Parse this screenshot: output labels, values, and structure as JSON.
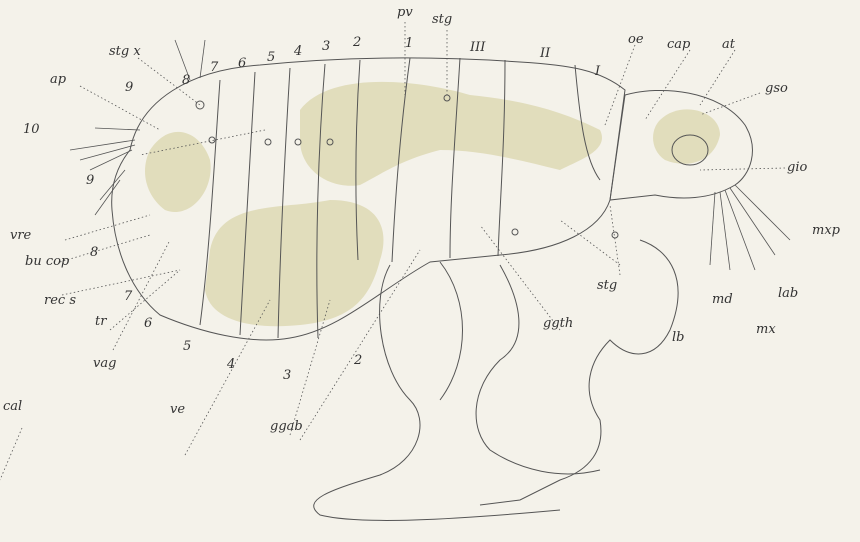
{
  "labels": {
    "pv": "pv",
    "stg_top": "stg",
    "oe": "oe",
    "cap": "cap",
    "at": "at",
    "stg_x": "stg x",
    "ap": "ap",
    "gso": "gso",
    "gio": "gio",
    "mxp": "mxp",
    "lab": "lab",
    "md": "md",
    "lb": "lb",
    "mx": "mx",
    "stg_mid": "stg",
    "ggth": "ggth",
    "ggab": "ggab",
    "ve": "ve",
    "vag": "vag",
    "tr": "tr",
    "rec_s": "rec s",
    "bu_cop": "bu cop",
    "vre": "vre",
    "cal": "cal",
    "seg_top_8": "8",
    "seg_top_7": "7",
    "seg_top_6": "6",
    "seg_top_5": "5",
    "seg_top_4": "4",
    "seg_top_3": "3",
    "seg_top_2": "2",
    "seg_top_1": "1",
    "thor_III": "III",
    "thor_II": "II",
    "thor_I": "I",
    "left_9a": "9",
    "left_10": "10",
    "left_9b": "9",
    "left_8": "8",
    "left_7": "7",
    "left_6": "6",
    "bot_5": "5",
    "bot_4": "4",
    "bot_3": "3",
    "bot_2": "2"
  },
  "colors": {
    "ink": "#555555",
    "organs": "#dcd7b0",
    "paper": "#f4f2ea"
  }
}
